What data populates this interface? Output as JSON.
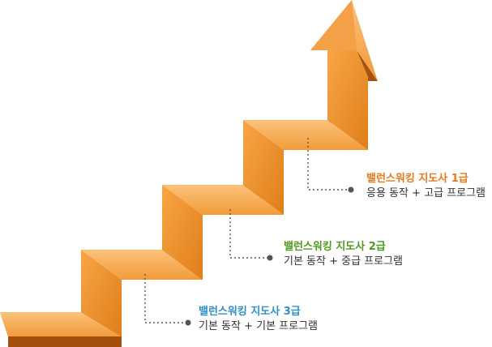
{
  "colors": {
    "stair_front": "#F2962F",
    "stair_top": "#F9B15E",
    "stair_side": "#B35A12",
    "stair_dark": "#7A3A08",
    "leader": "#555555"
  },
  "levels": [
    {
      "title": "밸런스워킹 지도사 1급",
      "desc": "응용 동작 + 고급 프로그램",
      "color": "#E8781C"
    },
    {
      "title": "밸런스워킹 지도사 2급",
      "desc": "기본 동작 + 중급 프로그램",
      "color": "#4E9A1E"
    },
    {
      "title": "밸런스워킹 지도사 3급",
      "desc": "기본 동작 + 기본 프로그램",
      "color": "#2E8FC9"
    }
  ]
}
